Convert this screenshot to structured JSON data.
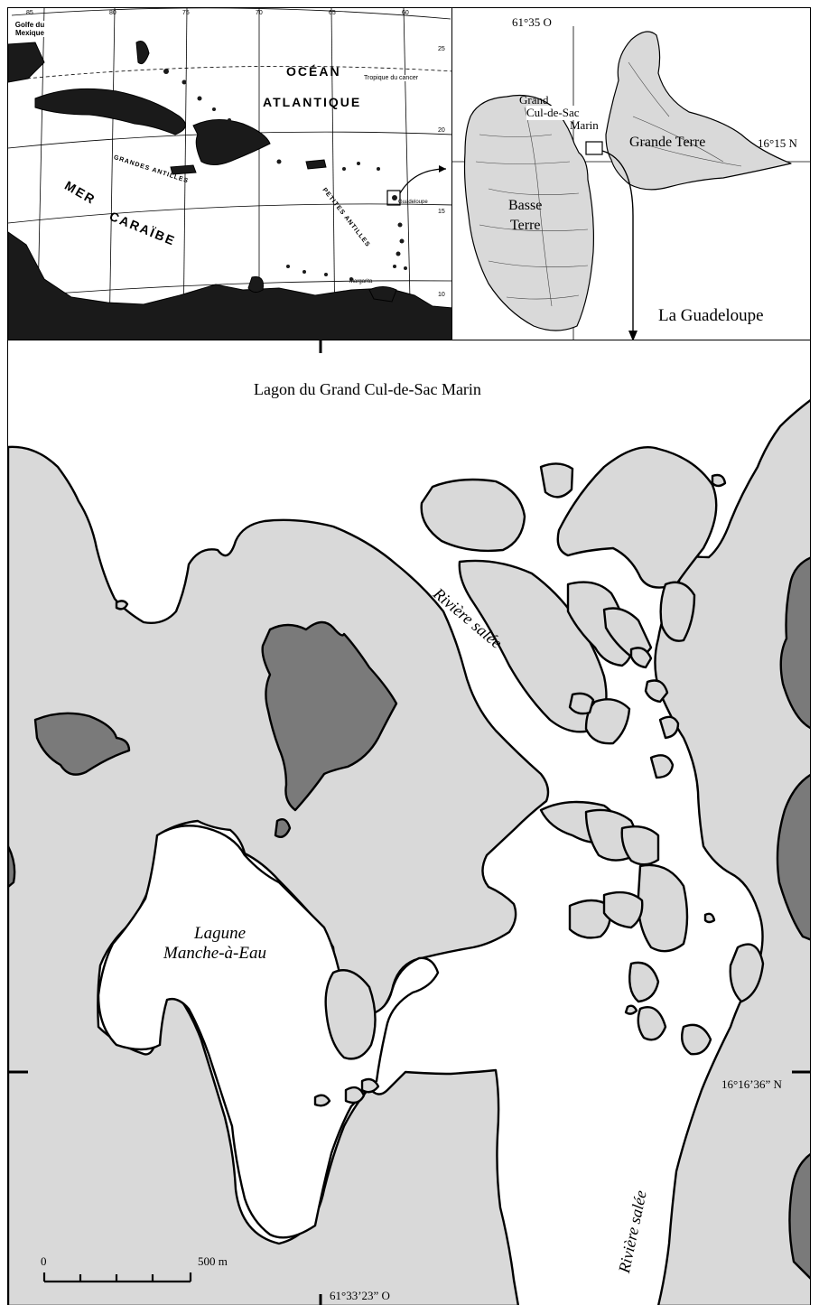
{
  "colors": {
    "land": "#d9d9d9",
    "mangrove": "#7a7a7a",
    "water": "#ffffff",
    "outline": "#000000",
    "caribbean_land": "#1a1a1a"
  },
  "caribbean_inset": {
    "lon_ticks": [
      "85",
      "80",
      "75",
      "70",
      "65",
      "60"
    ],
    "lat_ticks": [
      "25",
      "20",
      "15",
      "10"
    ],
    "gulf_label": "Golfe du Mexique",
    "ocean_label_1": "OCÉAN",
    "ocean_label_2": "ATLANTIQUE",
    "tropic_label": "Tropique du cancer",
    "greater_antilles": "GRANDES ANTILLES",
    "lesser_antilles": "PETITES ANTILLES",
    "sea_label_1": "MER",
    "sea_label_2": "CARAÏBE",
    "guadeloupe_label": "Guadeloupe",
    "margarita_label": "Margarita"
  },
  "guadeloupe_inset": {
    "lon_label": "61°35 O",
    "lat_label": "16°15 N",
    "bay_label_1": "Grand",
    "bay_label_2": "Cul-de-Sac",
    "bay_label_3": "Marin",
    "grande_terre": "Grande Terre",
    "basse_terre_1": "Basse",
    "basse_terre_2": "Terre",
    "title": "La Guadeloupe"
  },
  "main_map": {
    "lagoon_title": "Lagon du Grand Cul-de-Sac Marin",
    "river_label_top": "Rivière salée",
    "river_label_bottom": "Rivière salée",
    "lagoon_label_1": "Lagune",
    "lagoon_label_2": "Manche-à-Eau",
    "lat_label": "16°16’36” N",
    "lon_label": "61°33’23” O",
    "scale_start": "0",
    "scale_end": "500 m"
  }
}
